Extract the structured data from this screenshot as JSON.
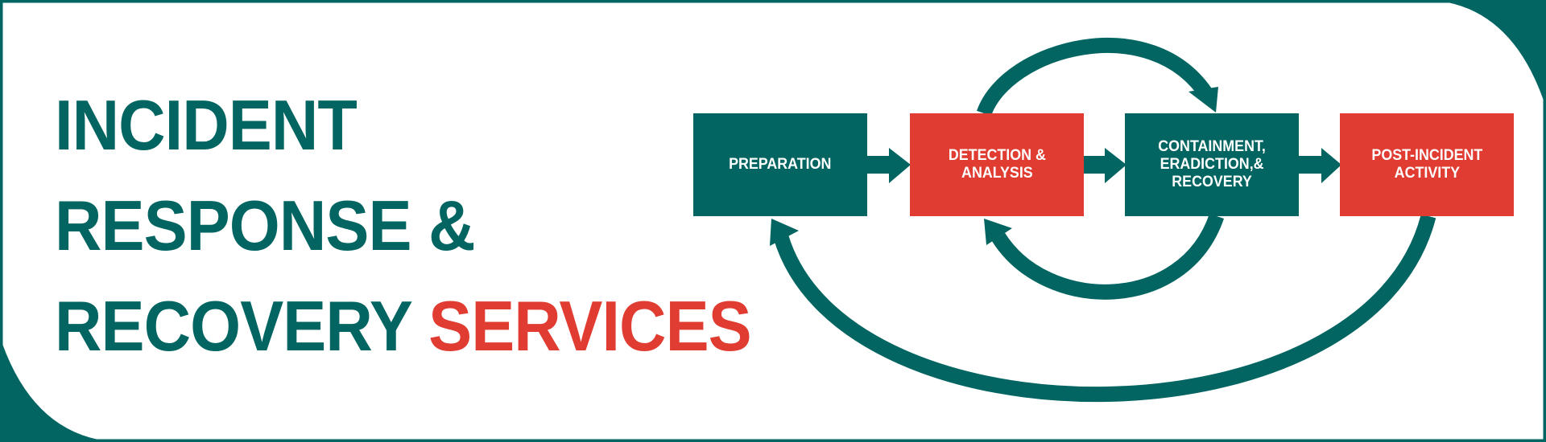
{
  "title": {
    "line1": "INCIDENT",
    "line2": "RESPONSE &",
    "line3_main": "RECOVERY",
    "line3_accent": "SERVICES"
  },
  "process": {
    "steps": [
      {
        "label": "PREPARATION",
        "color": "#026561"
      },
      {
        "label": "DETECTION &\nANALYSIS",
        "color": "#e03c31"
      },
      {
        "label": "CONTAINMENT,\nERADICTION,&\nRECOVERY",
        "color": "#026561"
      },
      {
        "label": "POST-INCIDENT\nACTIVITY",
        "color": "#e03c31"
      }
    ],
    "flows": [
      {
        "from": "PREPARATION",
        "to": "DETECTION & ANALYSIS",
        "type": "straight-arrow"
      },
      {
        "from": "DETECTION & ANALYSIS",
        "to": "CONTAINMENT, ERADICTION,& RECOVERY",
        "type": "straight-arrow"
      },
      {
        "from": "CONTAINMENT, ERADICTION,& RECOVERY",
        "to": "POST-INCIDENT ACTIVITY",
        "type": "straight-arrow"
      },
      {
        "from": "DETECTION & ANALYSIS",
        "to": "CONTAINMENT, ERADICTION,& RECOVERY",
        "type": "curved-arrow-over"
      },
      {
        "from": "CONTAINMENT, ERADICTION,& RECOVERY",
        "to": "DETECTION & ANALYSIS",
        "type": "curved-arrow-under"
      },
      {
        "from": "POST-INCIDENT ACTIVITY",
        "to": "PREPARATION",
        "type": "curved-arrow-under"
      }
    ]
  },
  "colors": {
    "primary": "#026561",
    "accent": "#e03c31",
    "background": "#ffffff"
  }
}
